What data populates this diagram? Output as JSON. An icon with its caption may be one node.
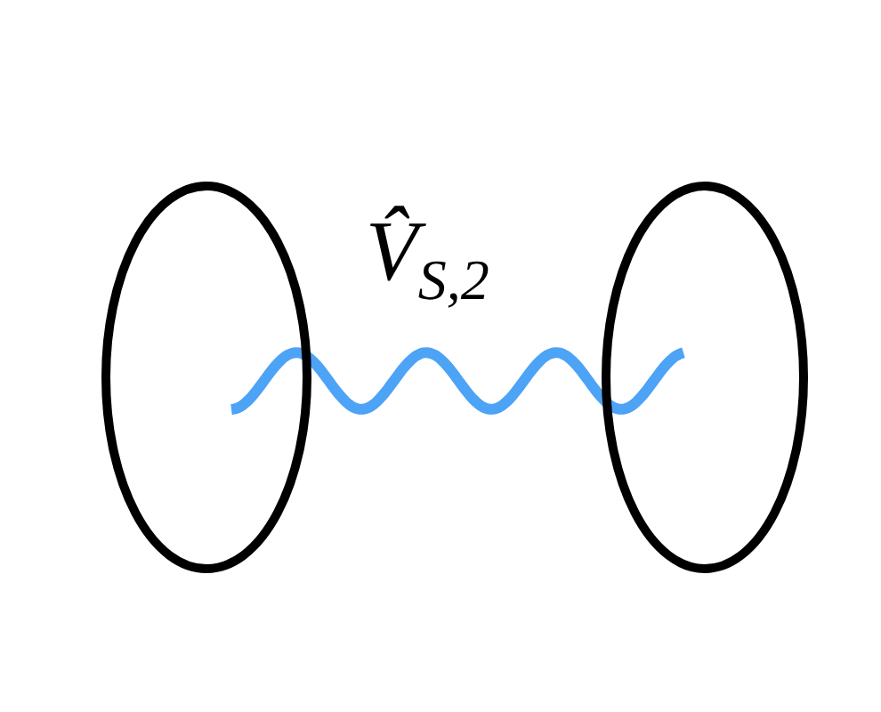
{
  "diagram": {
    "nodes": [
      {
        "text": [],
        "shape": "ellipse"
      },
      {
        "text": [],
        "shape": "ellipse"
      }
    ],
    "edges": [
      {
        "from": 0,
        "to": 1,
        "arrow": "none",
        "label": "V̂$_{S,2}$"
      }
    ]
  }
}
